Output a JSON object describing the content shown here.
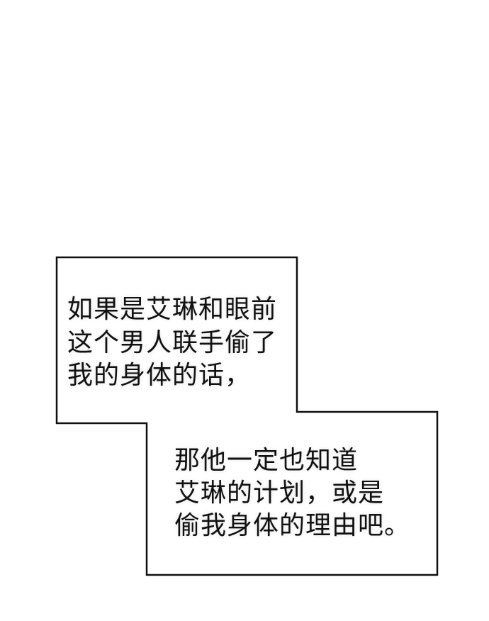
{
  "caption_1": {
    "lines": [
      "如果是艾琳和眼前",
      "这个男人联手偷了",
      "我的身体的话，"
    ]
  },
  "caption_2": {
    "lines": [
      "那他一定也知道",
      "艾琳的计划，或是",
      "偷我身体的理由吧。"
    ]
  },
  "colors": {
    "border": "#111111",
    "background": "#ffffff"
  }
}
